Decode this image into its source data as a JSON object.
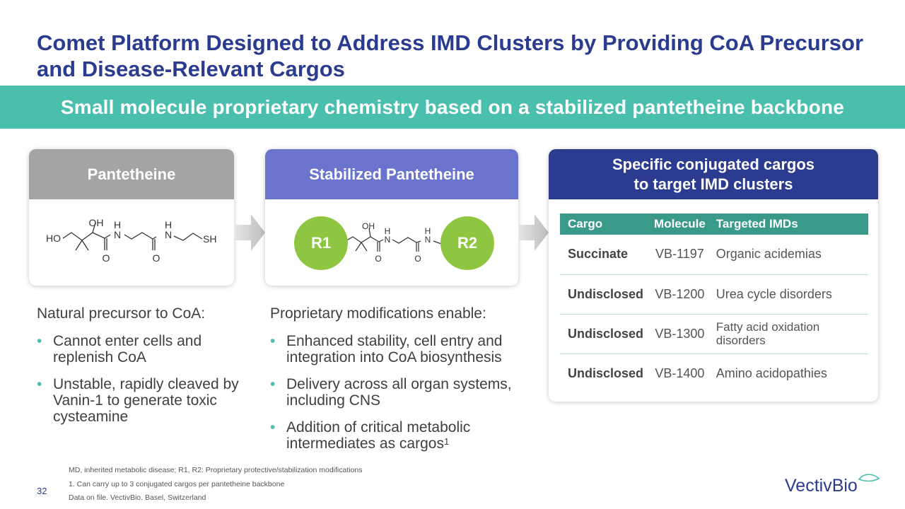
{
  "title": "Comet Platform Designed to Address IMD Clusters by Providing CoA Precursor and Disease-Relevant Cargos",
  "banner": "Small molecule proprietary chemistry based on a stabilized pantetheine backbone",
  "card1": {
    "header": "Pantetheine",
    "molecule_labels": {
      "oh": "OH",
      "ho": "HO",
      "h1": "H",
      "n1": "N",
      "h2": "H",
      "n2": "N",
      "sh": "SH",
      "o1": "O",
      "o2": "O"
    }
  },
  "card2": {
    "header": "Stabilized Pantetheine",
    "r1": "R1",
    "r2": "R2",
    "molecule_labels": {
      "oh": "OH",
      "h1": "H",
      "n1": "N",
      "h2": "H",
      "n2": "N",
      "o1": "O",
      "o2": "O"
    }
  },
  "card3": {
    "header_line1": "Specific conjugated cargos",
    "header_line2": "to target IMD clusters",
    "table": {
      "headers": [
        "Cargo",
        "Molecule",
        "Targeted IMDs"
      ],
      "rows": [
        [
          "Succinate",
          "VB-1197",
          "Organic acidemias"
        ],
        [
          "Undisclosed",
          "VB-1200",
          "Urea cycle disorders"
        ],
        [
          "Undisclosed",
          "VB-1300",
          "Fatty acid oxidation disorders"
        ],
        [
          "Undisclosed",
          "VB-1400",
          "Amino acidopathies"
        ]
      ]
    }
  },
  "col1": {
    "lead": "Natural precursor to CoA:",
    "bullets": [
      "Cannot enter cells and replenish CoA",
      "Unstable, rapidly cleaved by Vanin-1 to generate toxic cysteamine"
    ]
  },
  "col2": {
    "lead": "Proprietary modifications enable:",
    "bullets": [
      "Enhanced stability, cell entry and integration into CoA biosynthesis",
      "Delivery across all organ systems, including CNS",
      "Addition of critical metabolic intermediates as cargos"
    ],
    "bullet3_sup": "1"
  },
  "footnotes": [
    "MD, inherited metabolic disease; R1, R2: Proprietary protective/stabilization modifications",
    "1. Can carry up to 3 conjugated cargos per pantetheine backbone",
    "Data on file. VectivBio. Basel, Switzerland"
  ],
  "page_number": "32",
  "logo_text": "VectivBio",
  "colors": {
    "title_navy": "#2b3b8f",
    "banner_teal": "#4bbfae",
    "table_header_teal": "#3a9a8a",
    "pantetheine_gray": "#a4a4a4",
    "stabilized_periwinkle": "#6b74cc",
    "r_group_green": "#8ec641"
  }
}
